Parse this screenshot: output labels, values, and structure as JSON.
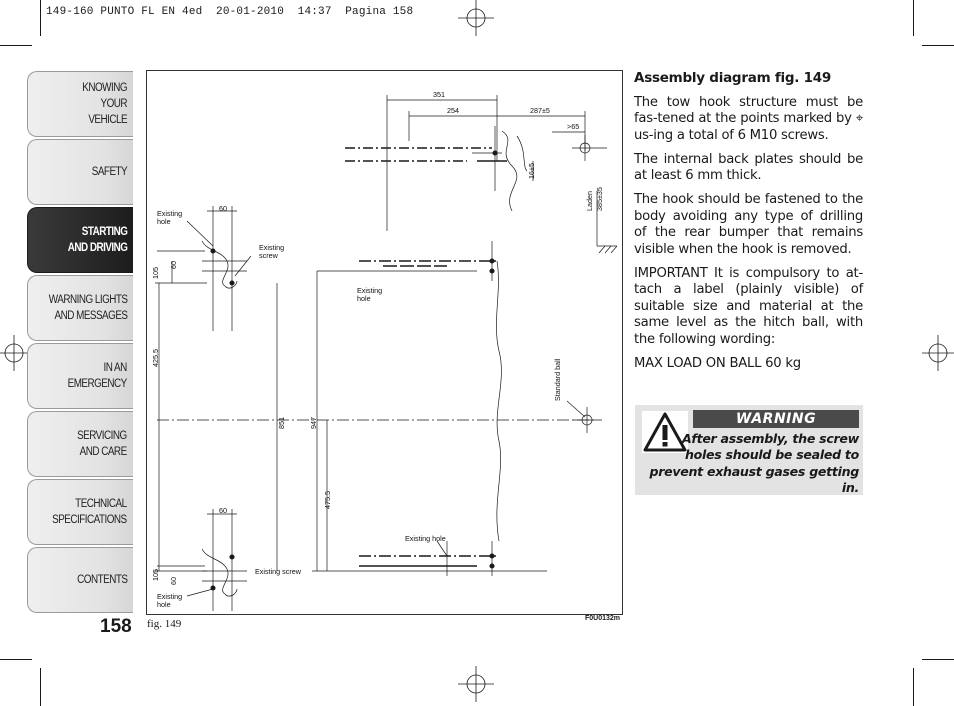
{
  "header": {
    "line": "149-160 PUNTO FL EN 4ed  20-01-2010  14:37  Pagina 158"
  },
  "sidebar": {
    "tabs": [
      {
        "label": "KNOWING\nYOUR\nVEHICLE",
        "active": false
      },
      {
        "label": "SAFETY",
        "active": false
      },
      {
        "label": "STARTING\nAND DRIVING",
        "active": true
      },
      {
        "label": "WARNING LIGHTS\nAND MESSAGES",
        "active": false
      },
      {
        "label": "IN AN\nEMERGENCY",
        "active": false
      },
      {
        "label": "SERVICING\nAND CARE",
        "active": false
      },
      {
        "label": "TECHNICAL\nSPECIFICATIONS",
        "active": false
      },
      {
        "label": "CONTENTS",
        "active": false
      }
    ]
  },
  "page_number": "158",
  "figure": {
    "caption": "fig. 149",
    "code": "F0U0132m",
    "labels": {
      "existing_hole": "Existing\nhole",
      "existing_screw": "Existing\nscrew",
      "existing_screw_inline": "Existing screw",
      "existing_hole_inline": "Existing hole",
      "standard_ball": "Standard ball",
      "laden": "Laden",
      "dim_351": "351",
      "dim_254": "254",
      "dim_287": "287±5",
      "dim_65": ">65",
      "dim_16": "16±5",
      "dim_385": "385±35",
      "dim_60": "60",
      "dim_105": "105",
      "dim_425": "425.5",
      "dim_851": "851",
      "dim_947": "947",
      "dim_475": "475.5"
    }
  },
  "content": {
    "heading": "Assembly diagram fig. 149",
    "para1_a": "The tow hook structure must be fas-tened at the points marked by",
    "para1_symbol": "⌖",
    "para1_b": "us-ing a total of 6 M10 screws.",
    "para2": "The internal back plates should be at least 6 mm thick.",
    "para3": "The hook should be fastened to the body avoiding any type of drilling of the rear bumper that remains visible when the hook is removed.",
    "para4": "IMPORTANT It is compulsory to at-tach a label (plainly visible) of suitable size and material at the same level as the hitch ball, with the following wording:",
    "para5": "MAX LOAD ON BALL 60 kg"
  },
  "warning": {
    "title": "WARNING",
    "lines": [
      "After assembly, the screw",
      "holes should be sealed to",
      "prevent exhaust gases getting in."
    ],
    "icon": "warning-triangle-icon"
  }
}
